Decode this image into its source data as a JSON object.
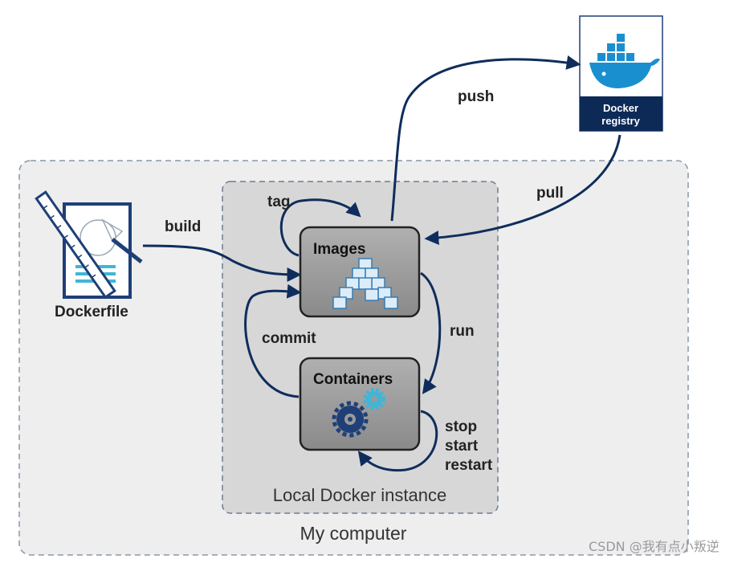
{
  "containers": {
    "my_computer": "My computer",
    "local_instance": "Local Docker instance"
  },
  "nodes": {
    "dockerfile": "Dockerfile",
    "images": "Images",
    "containers": "Containers",
    "registry_line1": "Docker",
    "registry_line2": "registry"
  },
  "edges": {
    "build": "build",
    "tag": "tag",
    "push": "push",
    "pull": "pull",
    "run": "run",
    "commit": "commit",
    "stop": "stop",
    "start": "start",
    "restart": "restart"
  },
  "watermark": "CSDN @我有点小叛逆",
  "colors": {
    "arrow": "#0f2d5c",
    "outer_fill": "#eeeeee",
    "inner_fill": "#d7d7d7",
    "node_fill": "#9a9a9a",
    "registry_band": "#0d2a57",
    "docker_blue": "#1a8fd0"
  }
}
